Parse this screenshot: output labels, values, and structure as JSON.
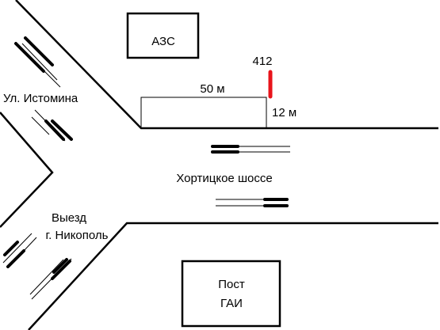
{
  "labels": {
    "gas_station": "АЗС",
    "street_istomina": "Ул. Истомина",
    "marker_number": "412",
    "dimension_length": "50 м",
    "dimension_width": "12 м",
    "highway": "Хортицкое шоссе",
    "exit_line1": "Выезд",
    "exit_line2": "г. Никополь",
    "police_post_line1": "Пост",
    "police_post_line2": "ГАИ"
  },
  "colors": {
    "lines": "#000000",
    "marker": "#e8141b",
    "background": "#ffffff"
  }
}
